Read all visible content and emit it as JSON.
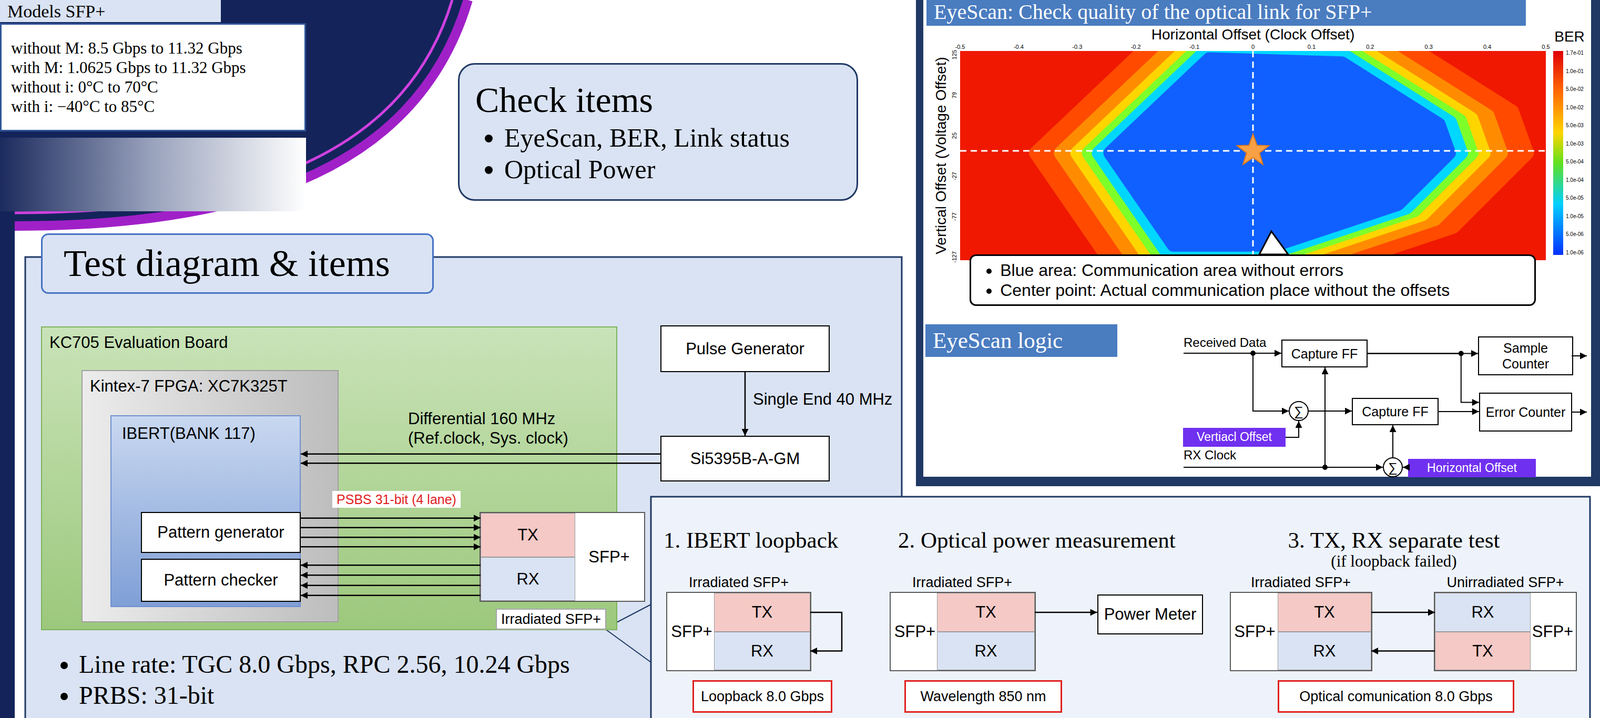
{
  "diagram": {
    "nodes": [
      {
        "text": [
          "without M: 8.5 Gbps to 11.32 Gbps",
          "with M: 1.0625 Gbps to 11.32 Gbps",
          "without i: 0°C to 70°C",
          "with i: −40°C to 85°C"
        ]
      },
      {
        "text": [
          "Check items",
          "EyeScan, BER, Link status",
          "Optical Power"
        ]
      },
      {
        "text": [
          "EyeScan: Check quality of the optical link for SFP+"
        ]
      },
      {
        "text": [
          "Blue area: Communication area without errors",
          "Center point: Actual communication place without the offsets"
        ]
      },
      {
        "text": [
          "EyeScan logic"
        ]
      },
      {
        "text": [
          "Capture FF"
        ]
      },
      {
        "text": [
          "Sample Counter"
        ]
      },
      {
        "text": [
          "∑"
        ]
      },
      {
        "text": [
          "Capture FF"
        ]
      },
      {
        "text": [
          "Error Counter"
        ]
      },
      {
        "text": [
          "Vertiacl Offset"
        ]
      },
      {
        "text": [
          "∑"
        ]
      },
      {
        "text": [
          "Horizontal Offset"
        ]
      },
      {
        "text": [
          "Test diagram & items"
        ]
      },
      {
        "text": [
          "KC705 Evaluation Board"
        ]
      },
      {
        "text": [
          "Kintex-7 FPGA: XC7K325T"
        ],
        "in": 14
      },
      {
        "text": [
          "IBERT(BANK 117)"
        ],
        "in": 15
      },
      {
        "text": [
          "Pattern generator"
        ],
        "in": 16
      },
      {
        "text": [
          "Pattern checker"
        ],
        "in": 16
      },
      {
        "text": [
          "Pulse Generator"
        ]
      },
      {
        "text": [
          "Si5395B-A-GM"
        ]
      },
      {
        "text": [
          "SFP+"
        ]
      },
      {
        "text": [
          "TX"
        ],
        "in": 21
      },
      {
        "text": [
          "RX"
        ],
        "in": 21
      },
      {
        "text": [
          "SFP+"
        ]
      },
      {
        "text": [
          "TX"
        ],
        "in": 24
      },
      {
        "text": [
          "RX"
        ],
        "in": 24
      },
      {
        "text": [
          "Loopback 8.0 Gbps"
        ]
      },
      {
        "text": [
          "SFP+"
        ]
      },
      {
        "text": [
          "TX"
        ],
        "in": 28
      },
      {
        "text": [
          "RX"
        ],
        "in": 28
      },
      {
        "text": [
          "Power Meter"
        ]
      },
      {
        "text": [
          "Wavelength 850 nm"
        ]
      },
      {
        "text": [
          "SFP+"
        ]
      },
      {
        "text": [
          "TX"
        ],
        "in": 33
      },
      {
        "text": [
          "RX"
        ],
        "in": 33
      },
      {
        "text": [
          "SFP+"
        ]
      },
      {
        "text": [
          "RX"
        ],
        "in": 36
      },
      {
        "text": [
          "TX"
        ],
        "in": 36
      },
      {
        "text": [
          "Optical comunication 8.0 Gbps"
        ]
      }
    ],
    "edges": [
      {
        "from": 19,
        "to": 20,
        "arrow": "to"
      },
      {
        "from": 20,
        "to": 16,
        "arrow": "to"
      },
      {
        "from": 20,
        "to": 16,
        "arrow": "to"
      },
      {
        "from": 17,
        "to": 22,
        "arrow": "to"
      },
      {
        "from": 17,
        "to": 22,
        "arrow": "to"
      },
      {
        "from": 17,
        "to": 22,
        "arrow": "to"
      },
      {
        "from": 17,
        "to": 22,
        "arrow": "to"
      },
      {
        "from": 23,
        "to": 18,
        "arrow": "to"
      },
      {
        "from": 23,
        "to": 18,
        "arrow": "to"
      },
      {
        "from": 23,
        "to": 18,
        "arrow": "to"
      },
      {
        "from": 23,
        "to": 18,
        "arrow": "to"
      },
      {
        "from": 5,
        "to": 6,
        "arrow": "to"
      },
      {
        "from": 5,
        "to": 9,
        "arrow": "to"
      },
      {
        "from": 10,
        "to": 7,
        "arrow": "to"
      },
      {
        "from": 7,
        "to": 8,
        "arrow": "to"
      },
      {
        "from": 8,
        "to": 9,
        "arrow": "to"
      },
      {
        "from": 12,
        "to": 11,
        "arrow": "to"
      },
      {
        "from": 11,
        "to": 8,
        "arrow": "to"
      },
      {
        "from": 25,
        "to": 26,
        "arrow": "to"
      },
      {
        "from": 29,
        "to": 31,
        "arrow": "to"
      },
      {
        "from": 34,
        "to": 37,
        "arrow": "to"
      },
      {
        "from": 38,
        "to": 35,
        "arrow": "to"
      }
    ],
    "labels": [
      "Models SFP+",
      "Horizontal Offset (Clock Offset)",
      "Vertical Offset (Voltage Offset)",
      "BER",
      "-0.5",
      "-0.4",
      "-0.3",
      "-0.2",
      "-0.1",
      "0",
      "0.1",
      "0.2",
      "0.3",
      "0.4",
      "0.5",
      "125",
      "79",
      "25",
      "-27",
      "-77",
      "-127",
      "1.7e-01",
      "1.0e-01",
      "5.0e-02",
      "1.0e-02",
      "5.0e-03",
      "1.0e-03",
      "5.0e-04",
      "1.0e-04",
      "5.0e-05",
      "1.0e-05",
      "5.0e-06",
      "1.0e-06",
      "Received Data",
      "RX Clock",
      "Differential 160 MHz (Ref.clock, Sys. clock)",
      "Single End 40 MHz",
      "PSBS 31-bit (4 lane)",
      "Irradiated SFP+",
      "Line rate: TGC 8.0 Gbps, RPC 2.56, 10.24 Gbps",
      "PRBS: 31-bit",
      "1. IBERT loopback",
      "2. Optical power measurement",
      "3. TX, RX separate test",
      "(if loopback failed)",
      "Irradiated SFP+",
      "Irradiated SFP+",
      "Irradiated SFP+",
      "Unirradiated SFP+"
    ]
  }
}
